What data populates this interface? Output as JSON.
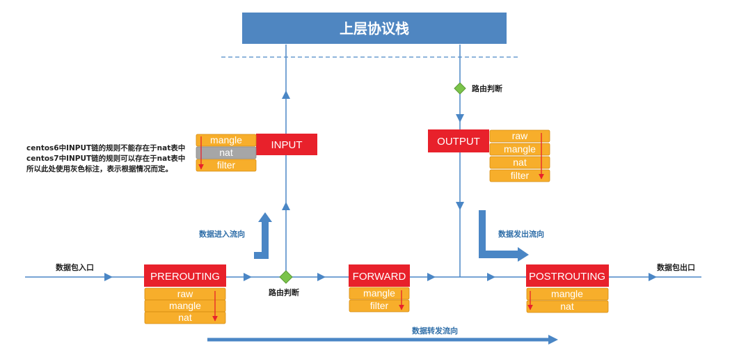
{
  "top_box": {
    "label": "上层协议栈"
  },
  "labels": {
    "routing_decision_top": "路由判断",
    "routing_decision_bottom": "路由判断",
    "packet_in": "数据包入口",
    "packet_out": "数据包出口",
    "inbound_flow": "数据进入流向",
    "outbound_flow": "数据发出流向",
    "forward_flow": "数据转发流向"
  },
  "note": {
    "line1": "centos6中INPUT链的规则不能存在于nat表中",
    "line2": "centos7中INPUT链的规则可以存在于nat表中",
    "line3": "所以此处使用灰色标注，表示根据情况而定。"
  },
  "chains": {
    "input": {
      "label": "INPUT",
      "tables": [
        "mangle",
        "nat",
        "filter"
      ]
    },
    "output": {
      "label": "OUTPUT",
      "tables": [
        "raw",
        "mangle",
        "nat",
        "filter"
      ]
    },
    "prerouting": {
      "label": "PREROUTING",
      "tables": [
        "raw",
        "mangle",
        "nat"
      ]
    },
    "forward": {
      "label": "FORWARD",
      "tables": [
        "mangle",
        "filter"
      ]
    },
    "postrouting": {
      "label": "POSTROUTING",
      "tables": [
        "mangle",
        "nat"
      ]
    }
  },
  "colors": {
    "chain_red": "#e8212b",
    "table_orange": "#f7ae2b",
    "table_gray": "#a6a6a6",
    "line_blue": "#4a86c5",
    "top_box_blue": "#4f86c1",
    "diamond_green": "#7bc44a",
    "arrow_red": "#e8212b"
  }
}
